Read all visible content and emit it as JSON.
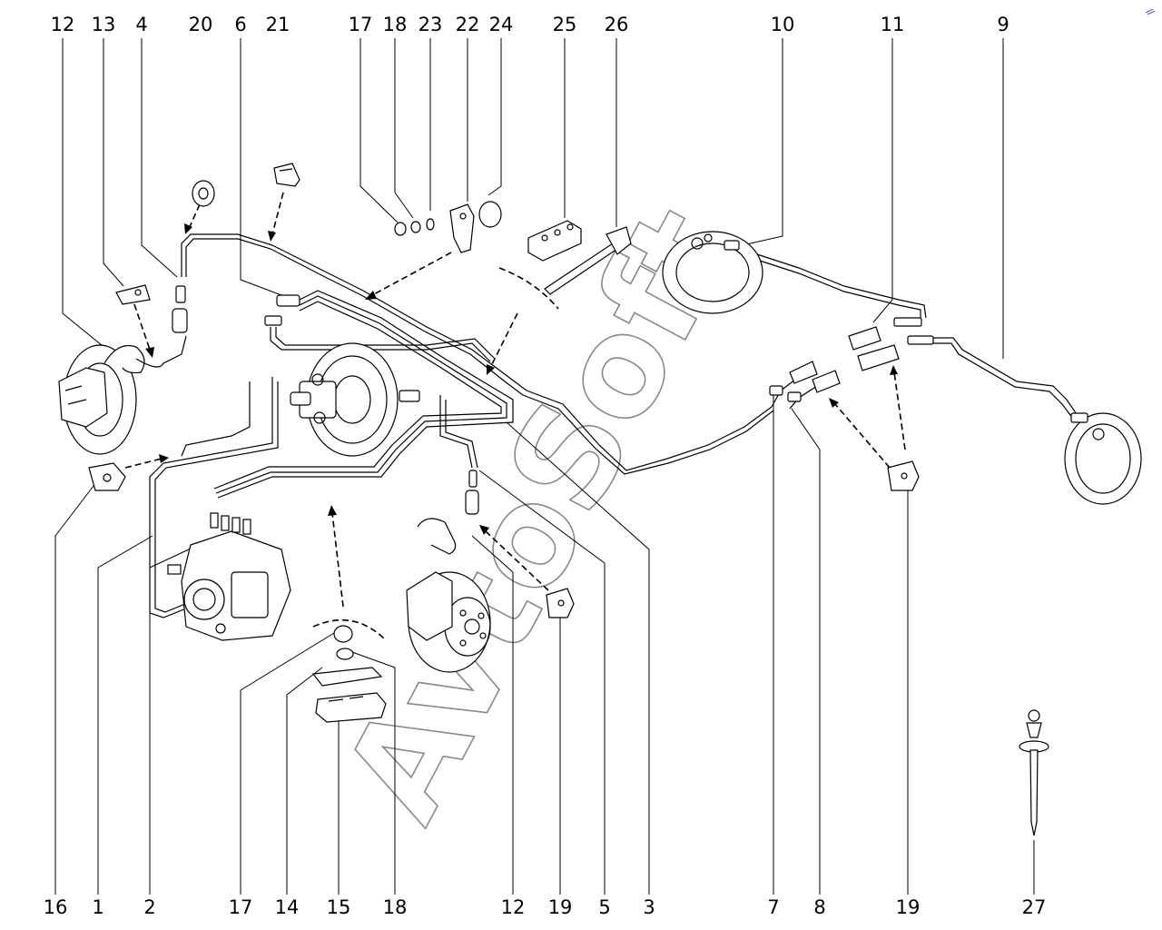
{
  "diagram": {
    "watermark": "AvtoSoft",
    "labels_top": [
      "12",
      "13",
      "4",
      "20",
      "6",
      "21",
      "17",
      "18",
      "23",
      "22",
      "24",
      "25",
      "26",
      "10",
      "11",
      "9"
    ],
    "labels_bottom": [
      "16",
      "1",
      "2",
      "17",
      "14",
      "15",
      "18",
      "12",
      "19",
      "5",
      "3",
      "7",
      "8",
      "19",
      "27"
    ]
  }
}
